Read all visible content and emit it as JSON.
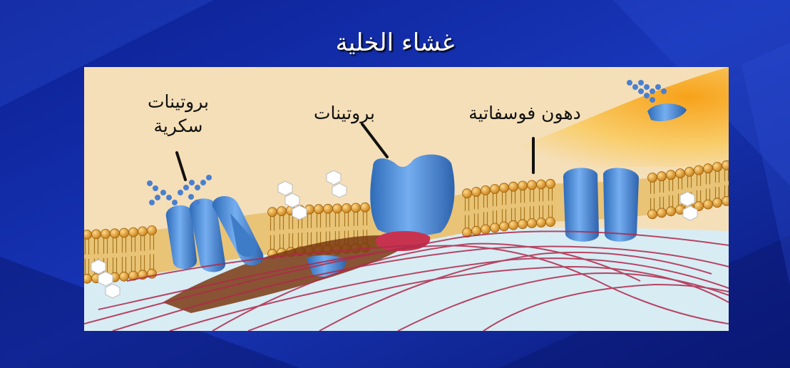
{
  "slide": {
    "title": "غشاء الخلية"
  },
  "diagram": {
    "labels": {
      "glycoproteins_line1": "بروتينات",
      "glycoproteins_line2": "سكرية",
      "proteins": "بروتينات",
      "phospholipids": "دهون فوسفاتية"
    }
  },
  "colors": {
    "background": "#0a1f8f",
    "diagram_background": "#f5dfb8",
    "protein": "#4f8ed6",
    "lipid_head": "#e8a532",
    "cytoplasm": "#d8ecf4",
    "fibers": "#b0294a"
  }
}
